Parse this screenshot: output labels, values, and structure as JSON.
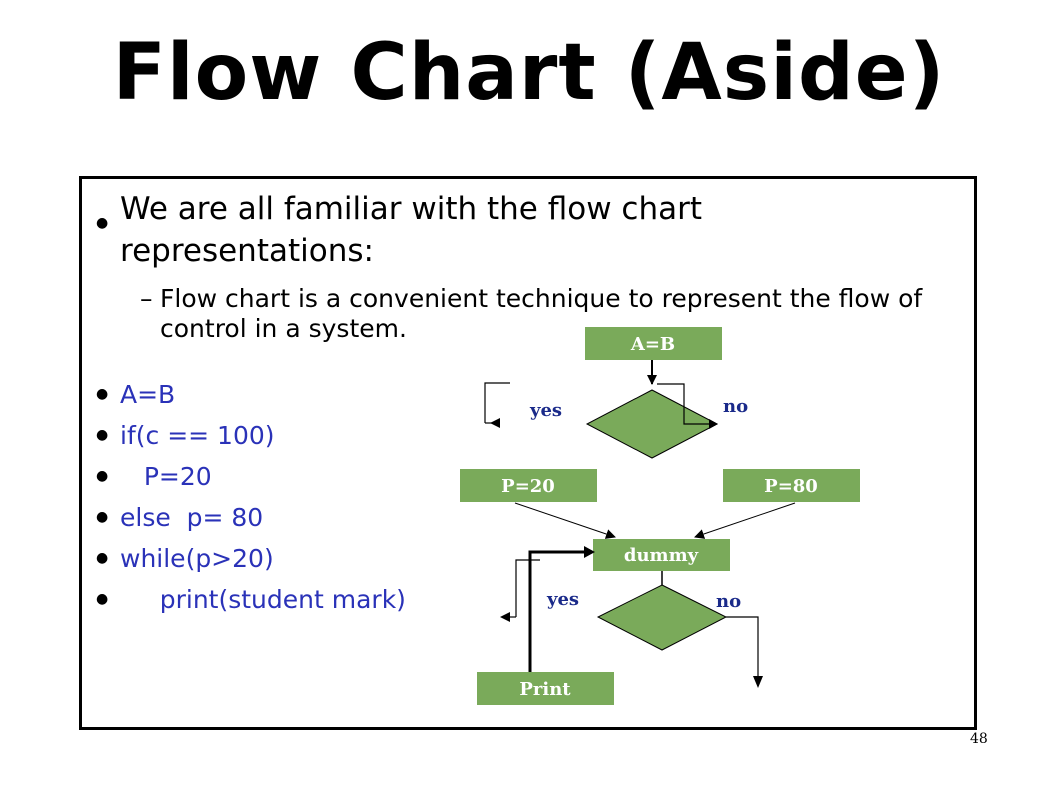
{
  "title": "Flow Chart   (Aside)",
  "bullets": {
    "main": "We are all familiar with the flow chart representations:",
    "sub": "Flow chart is a convenient technique to represent the flow of control in a system."
  },
  "code_lines": [
    "A=B",
    "if(c == 100)",
    "   P=20",
    "else  p= 80",
    "while(p>20)",
    "     print(student mark)"
  ],
  "flowchart": {
    "box_a": "A=B",
    "box_p20": "P=20",
    "box_p80": "P=80",
    "box_dummy": "dummy",
    "box_print": "Print",
    "yes_1": "yes",
    "no_1": "no",
    "yes_2": "yes",
    "no_2": "no"
  },
  "colors": {
    "box_fill": "#7aaa5a",
    "box_text": "#ffffff",
    "code_text": "#2a32b8"
  },
  "page_number": "48"
}
